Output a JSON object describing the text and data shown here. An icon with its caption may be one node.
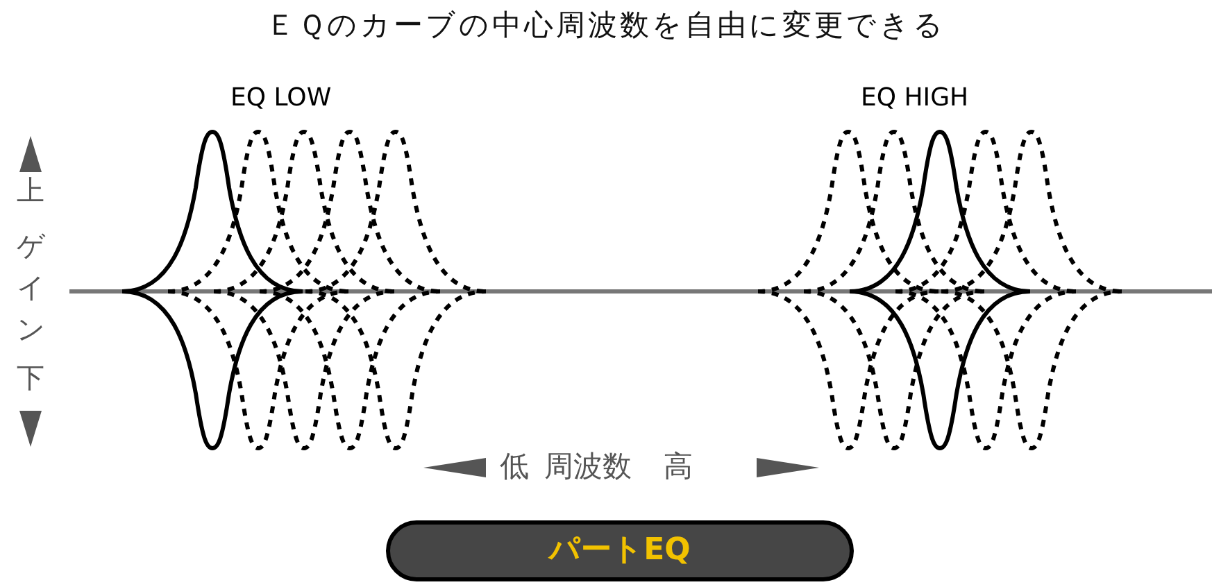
{
  "diagram": {
    "title": "ＥＱのカーブの中心周波数を自由に変更できる",
    "nodes": [
      {
        "text": [
          "パートEQ"
        ]
      }
    ],
    "labels": [
      "EQ LOW",
      "EQ HIGH",
      "上",
      "ゲイン",
      "下",
      "低",
      "周波数",
      "高"
    ]
  }
}
